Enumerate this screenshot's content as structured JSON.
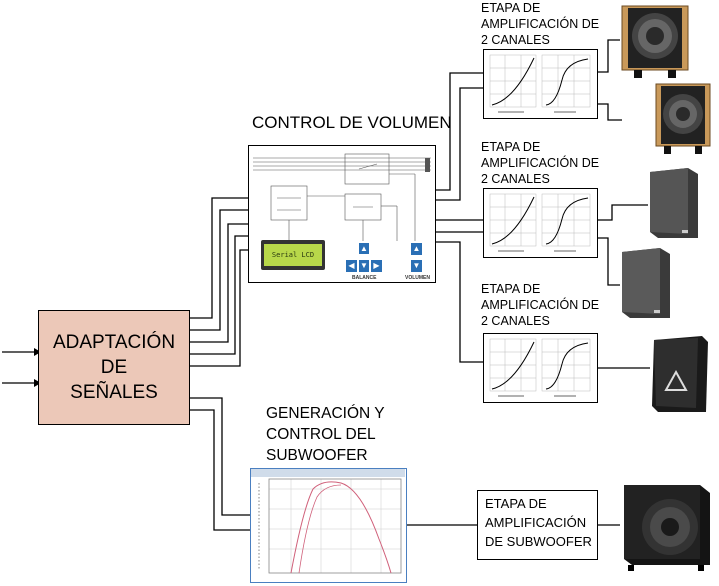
{
  "adaptation": {
    "line1": "ADAPTACIÓN",
    "line2": "DE",
    "line3": "SEÑALES"
  },
  "volume_control": {
    "title": "CONTROL DE VOLUMEN",
    "lcd_text": "Serial LCD",
    "balance_label": "BALANCE",
    "volume_label": "VOLUMEN"
  },
  "amp_stages": [
    {
      "line1": "ETAPA DE",
      "line2": "AMPLIFICACIÓN DE",
      "line3": "2 CANALES"
    },
    {
      "line1": "ETAPA DE",
      "line2": "AMPLIFICACIÓN DE",
      "line3": "2 CANALES"
    },
    {
      "line1": "ETAPA DE",
      "line2": "AMPLIFICACIÓN DE",
      "line3": "2 CANALES"
    }
  ],
  "subwoofer_gen": {
    "line1": "GENERACIÓN Y",
    "line2": "CONTROL DEL",
    "line3": "SUBWOOFER"
  },
  "subwoofer_stage": {
    "line1": "ETAPA DE",
    "line2": "AMPLIFICACIÓN",
    "line3": "DE SUBWOOFER"
  },
  "colors": {
    "adaptation_fill": "#ecc8b8",
    "lcd_fill": "#b8d84a",
    "button_fill": "#2a6fb5",
    "curve_color": "#d0607a"
  }
}
